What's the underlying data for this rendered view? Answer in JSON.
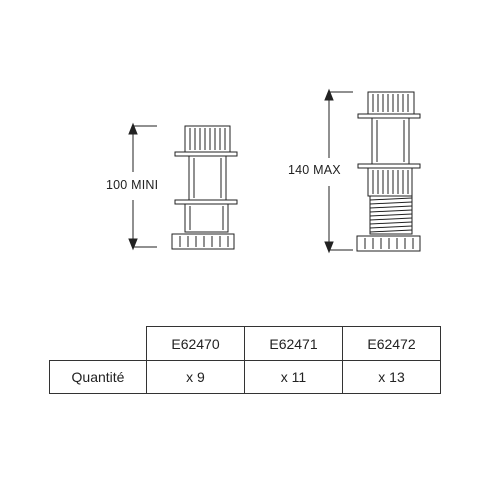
{
  "dimensions": {
    "min_label": "100 MINI",
    "max_label": "140 MAX"
  },
  "table": {
    "row_label": "Quantité",
    "columns": [
      {
        "code": "E62470",
        "quantity": "x 9"
      },
      {
        "code": "E62471",
        "quantity": "x 11"
      },
      {
        "code": "E62472",
        "quantity": "x 13"
      }
    ]
  },
  "colors": {
    "line": "#222222",
    "background": "#ffffff"
  }
}
